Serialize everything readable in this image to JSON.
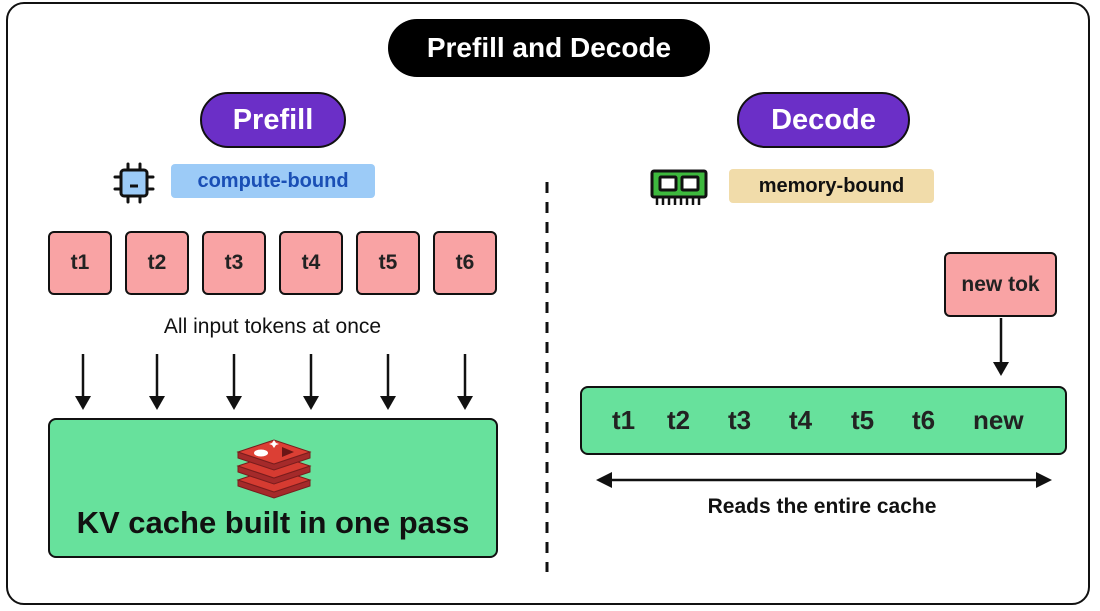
{
  "title": "Prefill and Decode",
  "prefill": {
    "label": "Prefill",
    "bound_tag": "compute-bound",
    "tokens": [
      "t1",
      "t2",
      "t3",
      "t4",
      "t5",
      "t6"
    ],
    "caption": "All input tokens at once",
    "kv_label": "KV cache built in one pass",
    "icon": "cpu-chip-icon",
    "colors": {
      "pill": "#6b2fc7",
      "token": "#f9a3a4",
      "tag_bg": "#9ccbf7",
      "tag_text": "#1a4fb5",
      "cache": "#67e19c"
    }
  },
  "decode": {
    "label": "Decode",
    "bound_tag": "memory-bound",
    "new_token": "new tok",
    "cache_tokens": [
      "t1",
      "t2",
      "t3",
      "t4",
      "t5",
      "t6",
      "new"
    ],
    "caption": "Reads the entire cache",
    "icon": "memory-module-icon",
    "colors": {
      "tag_bg": "#f1dcaa",
      "tag_text": "#111111"
    }
  }
}
